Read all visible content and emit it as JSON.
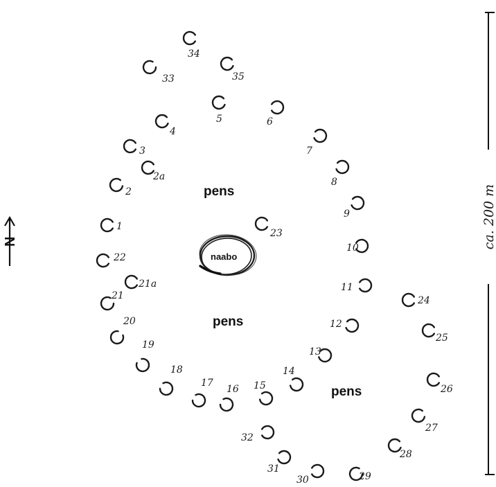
{
  "center": {
    "label": "naabo"
  },
  "pens_labels": [
    "pens",
    "pens",
    "pens"
  ],
  "north": {
    "letter": "N",
    "icon": "north-arrow-icon"
  },
  "scale": {
    "label": "ca. 200 m"
  },
  "huts": [
    {
      "id": "1",
      "label": "1"
    },
    {
      "id": "2",
      "label": "2"
    },
    {
      "id": "2a",
      "label": "2a"
    },
    {
      "id": "3",
      "label": "3"
    },
    {
      "id": "4",
      "label": "4"
    },
    {
      "id": "5",
      "label": "5"
    },
    {
      "id": "6",
      "label": "6"
    },
    {
      "id": "7",
      "label": "7"
    },
    {
      "id": "8",
      "label": "8"
    },
    {
      "id": "9",
      "label": "9"
    },
    {
      "id": "10",
      "label": "10"
    },
    {
      "id": "11",
      "label": "11"
    },
    {
      "id": "12",
      "label": "12"
    },
    {
      "id": "13",
      "label": "13"
    },
    {
      "id": "14",
      "label": "14"
    },
    {
      "id": "15",
      "label": "15"
    },
    {
      "id": "16",
      "label": "16"
    },
    {
      "id": "17",
      "label": "17"
    },
    {
      "id": "18",
      "label": "18"
    },
    {
      "id": "19",
      "label": "19"
    },
    {
      "id": "20",
      "label": "20"
    },
    {
      "id": "21",
      "label": "21"
    },
    {
      "id": "21a",
      "label": "21a"
    },
    {
      "id": "22",
      "label": "22"
    },
    {
      "id": "23",
      "label": "23"
    },
    {
      "id": "24",
      "label": "24"
    },
    {
      "id": "25",
      "label": "25"
    },
    {
      "id": "26",
      "label": "26"
    },
    {
      "id": "27",
      "label": "27"
    },
    {
      "id": "28",
      "label": "28"
    },
    {
      "id": "29",
      "label": "29"
    },
    {
      "id": "30",
      "label": "30"
    },
    {
      "id": "31",
      "label": "31"
    },
    {
      "id": "32",
      "label": "32"
    },
    {
      "id": "33",
      "label": "33"
    },
    {
      "id": "34",
      "label": "34"
    },
    {
      "id": "35",
      "label": "35"
    }
  ]
}
